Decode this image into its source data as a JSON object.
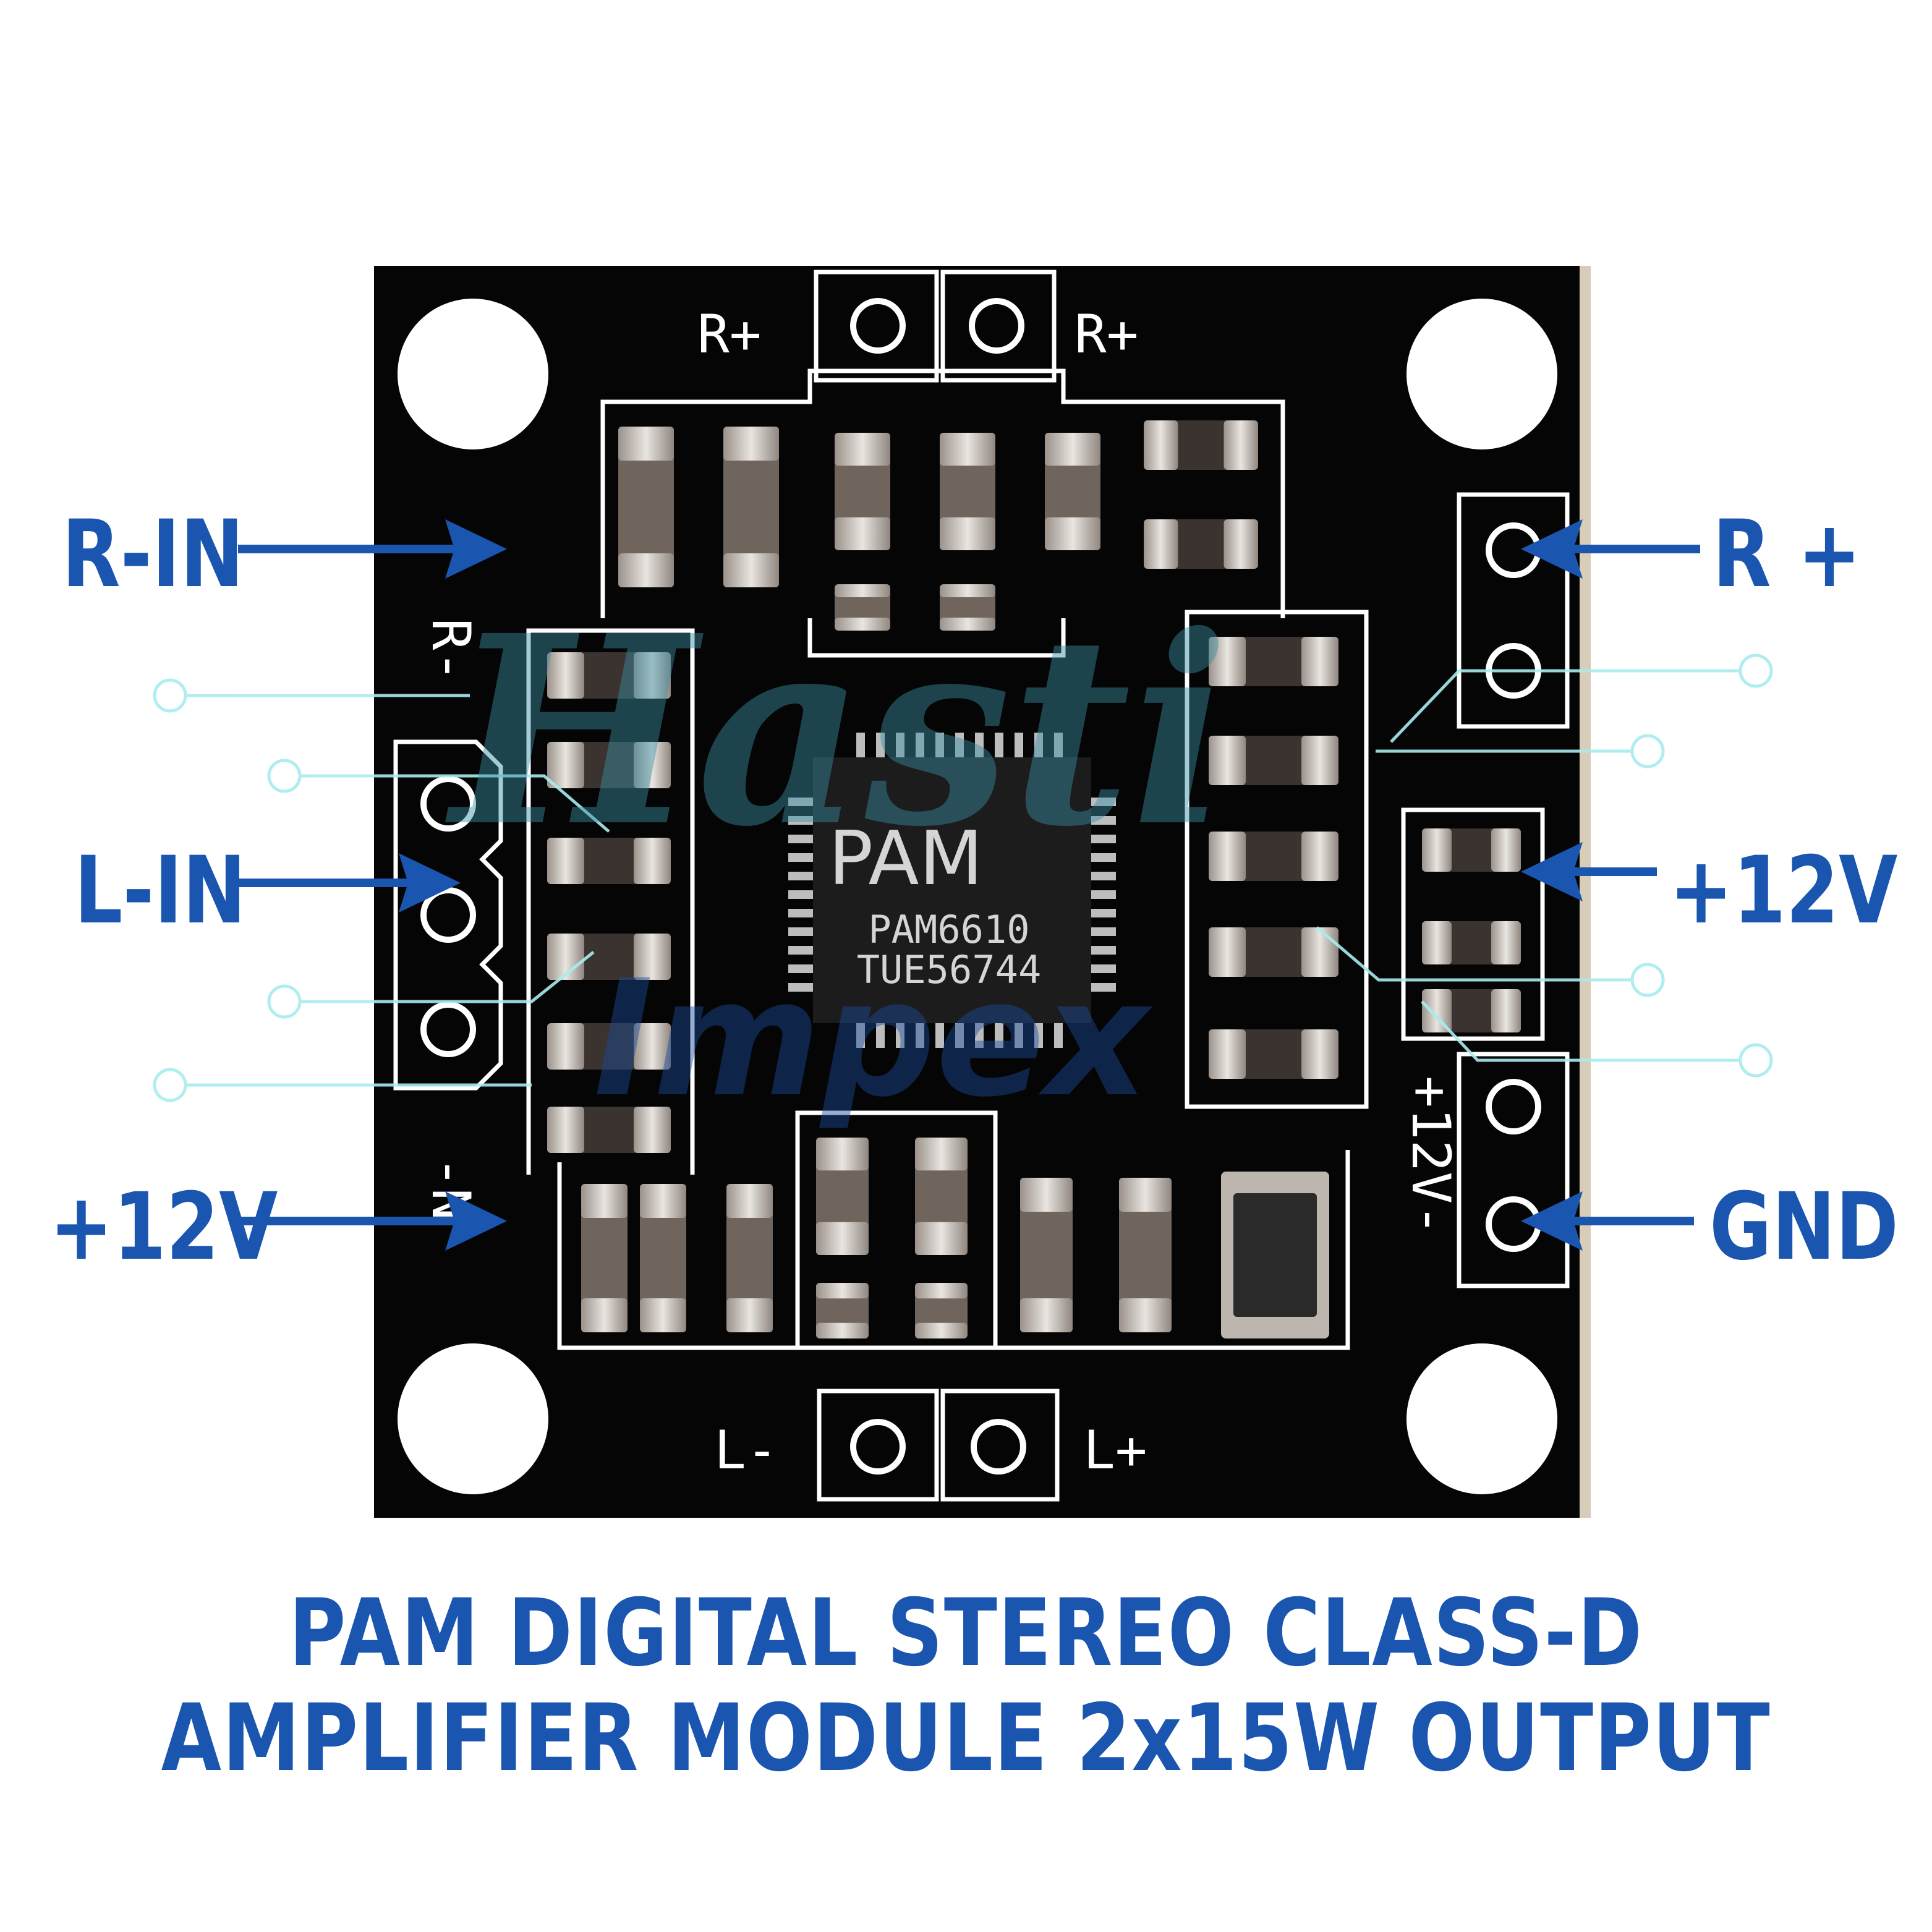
{
  "colors": {
    "background": "#ffffff",
    "board": "#050505",
    "silkscreen": "#ffffff",
    "annotation": "#1a55b0",
    "watermark_trace": "#a8ecee",
    "chip": "#1c1c1c",
    "component_body": "#6f655d",
    "component_cap": "#c8c3bd"
  },
  "chip": {
    "brand": "PAM",
    "part_number": "PAM6610",
    "lot_code": "TUE56744"
  },
  "silkscreen": {
    "top_left": "R+",
    "top_right": "R+",
    "left_side": "R-",
    "left_side_bottom": "-N",
    "right_side": "+12V-",
    "bottom_left": "L-",
    "bottom_right": "L+"
  },
  "callouts": {
    "r_in": "R-IN",
    "l_in": "L-IN",
    "plus12v_left": "+12V",
    "r_plus_right": "R +",
    "plus12v_right": "+12V",
    "gnd": "GND"
  },
  "watermark": {
    "line1": "Hasti",
    "line2": "Impex"
  },
  "title": {
    "line1": "PAM DIGITAL STEREO CLASS-D",
    "line2": "AMPLIFIER MODULE 2x15W OUTPUT"
  }
}
